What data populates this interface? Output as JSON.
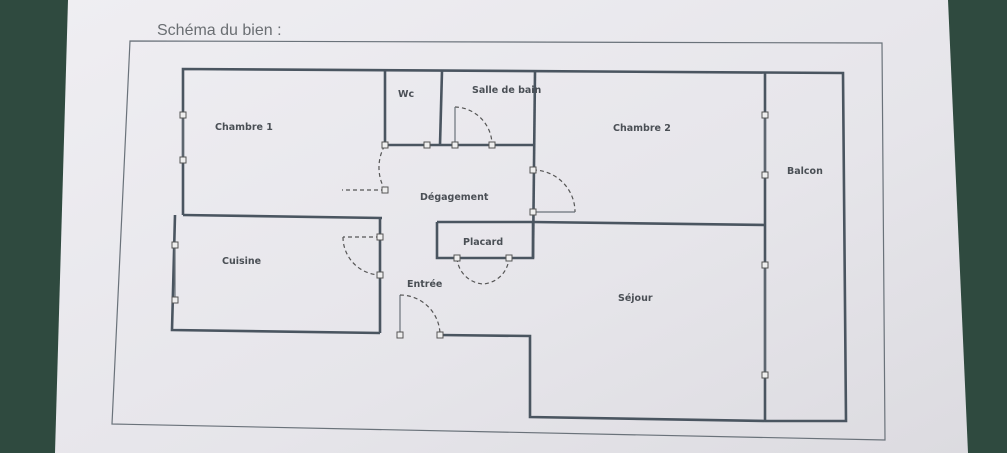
{
  "document": {
    "title": "Schéma du bien :"
  },
  "rooms": {
    "chambre1": "Chambre 1",
    "wc": "Wc",
    "salle_de_bain": "Salle de bain",
    "chambre2": "Chambre 2",
    "balcon": "Balcon",
    "degagement": "Dégagement",
    "placard": "Placard",
    "cuisine": "Cuisine",
    "entree": "Entrée",
    "sejour": "Séjour"
  },
  "colors": {
    "background": "#2f4a3f",
    "paper": "#e9e8ec",
    "walls": "#4a5560"
  }
}
